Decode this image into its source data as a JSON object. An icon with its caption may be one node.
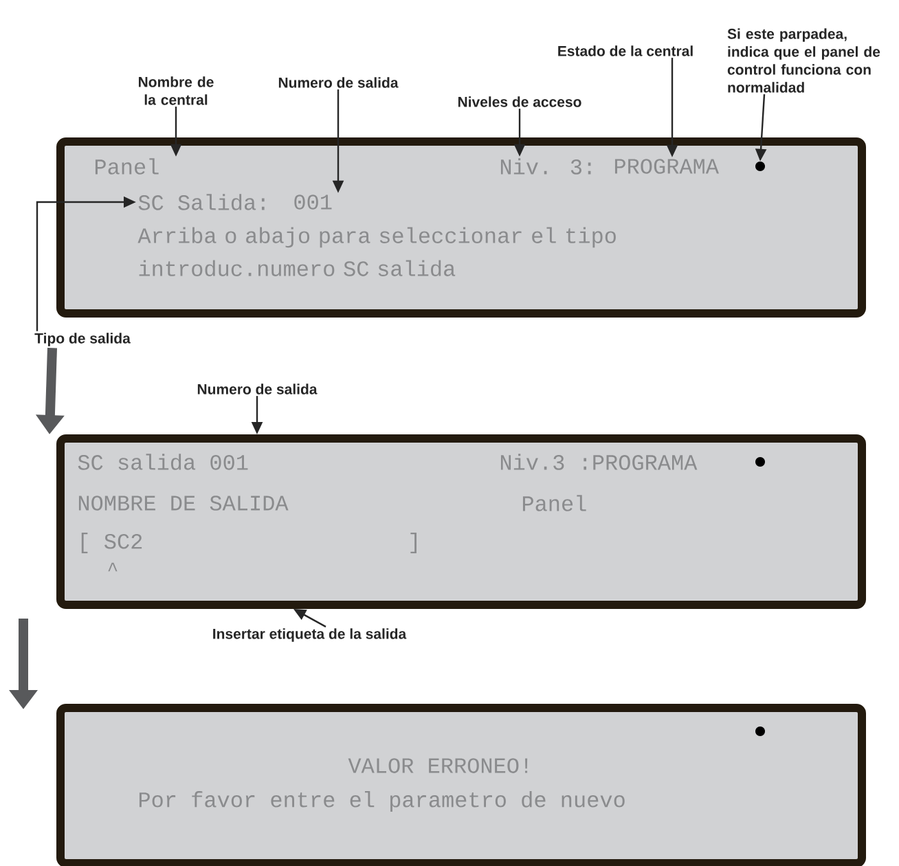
{
  "diagram": {
    "nodes": [
      {
        "text": [],
        "shape": "box"
      },
      {
        "text": [
          "Panel"
        ],
        "in": 0
      },
      {
        "text": [
          "Niv. 3:"
        ],
        "in": 0
      },
      {
        "text": [
          "PROGRAMA"
        ],
        "in": 0
      },
      {
        "text": [],
        "shape": "circle",
        "in": 0
      },
      {
        "text": [
          "SC Salida:"
        ],
        "in": 0
      },
      {
        "text": [
          "001"
        ],
        "in": 0
      },
      {
        "text": [
          "Arriba o abajo para seleccionar el tipo introduc.numero SC salida"
        ],
        "in": 0
      },
      {
        "text": [
          "Nombre de la central"
        ]
      },
      {
        "text": [
          "Numero de salida"
        ]
      },
      {
        "text": [
          "Niveles de acceso"
        ]
      },
      {
        "text": [
          "Estado de la central"
        ]
      },
      {
        "text": [
          "Si este parpadea, indica que el panel de control funciona con normalidad"
        ]
      },
      {
        "text": [
          "Tipo de salida"
        ]
      },
      {
        "text": [],
        "shape": "box"
      },
      {
        "text": [
          "SC salida 001"
        ],
        "in": 14
      },
      {
        "text": [
          "Niv.3 :PROGRAMA"
        ],
        "in": 14
      },
      {
        "text": [],
        "shape": "circle",
        "in": 14
      },
      {
        "text": [
          "NOMBRE DE SALIDA"
        ],
        "in": 14
      },
      {
        "text": [
          "Panel"
        ],
        "in": 14
      },
      {
        "text": [
          "[ SC2",
          "]"
        ],
        "in": 14
      },
      {
        "text": [
          "Numero de salida"
        ]
      },
      {
        "text": [
          "Insertar etiqueta de la salida"
        ]
      },
      {
        "text": [],
        "shape": "box"
      },
      {
        "text": [],
        "shape": "circle",
        "in": 23
      },
      {
        "text": [
          "VALOR ERRONEO!"
        ],
        "in": 23
      },
      {
        "text": [
          "Por favor entre el parametro de nuevo"
        ],
        "in": 23
      }
    ],
    "edges": [
      {
        "from": 8,
        "to": 1,
        "arrow": "to"
      },
      {
        "from": 9,
        "to": 6,
        "arrow": "to"
      },
      {
        "from": 10,
        "to": 2,
        "arrow": "to"
      },
      {
        "from": 11,
        "to": 3,
        "arrow": "to"
      },
      {
        "from": 12,
        "to": 4,
        "arrow": "to"
      },
      {
        "from": 13,
        "to": 5,
        "arrow": "to"
      },
      {
        "from": 13,
        "to": 14,
        "arrow": "to",
        "style": "thick",
        "color": "#58595b"
      },
      {
        "from": 14,
        "to": 23,
        "arrow": "to",
        "style": "thick",
        "color": "#58595b"
      },
      {
        "from": 21,
        "to": 14,
        "arrow": "to"
      },
      {
        "from": 22,
        "to": 14,
        "arrow": "to"
      }
    ],
    "labels": [
      "^"
    ]
  }
}
